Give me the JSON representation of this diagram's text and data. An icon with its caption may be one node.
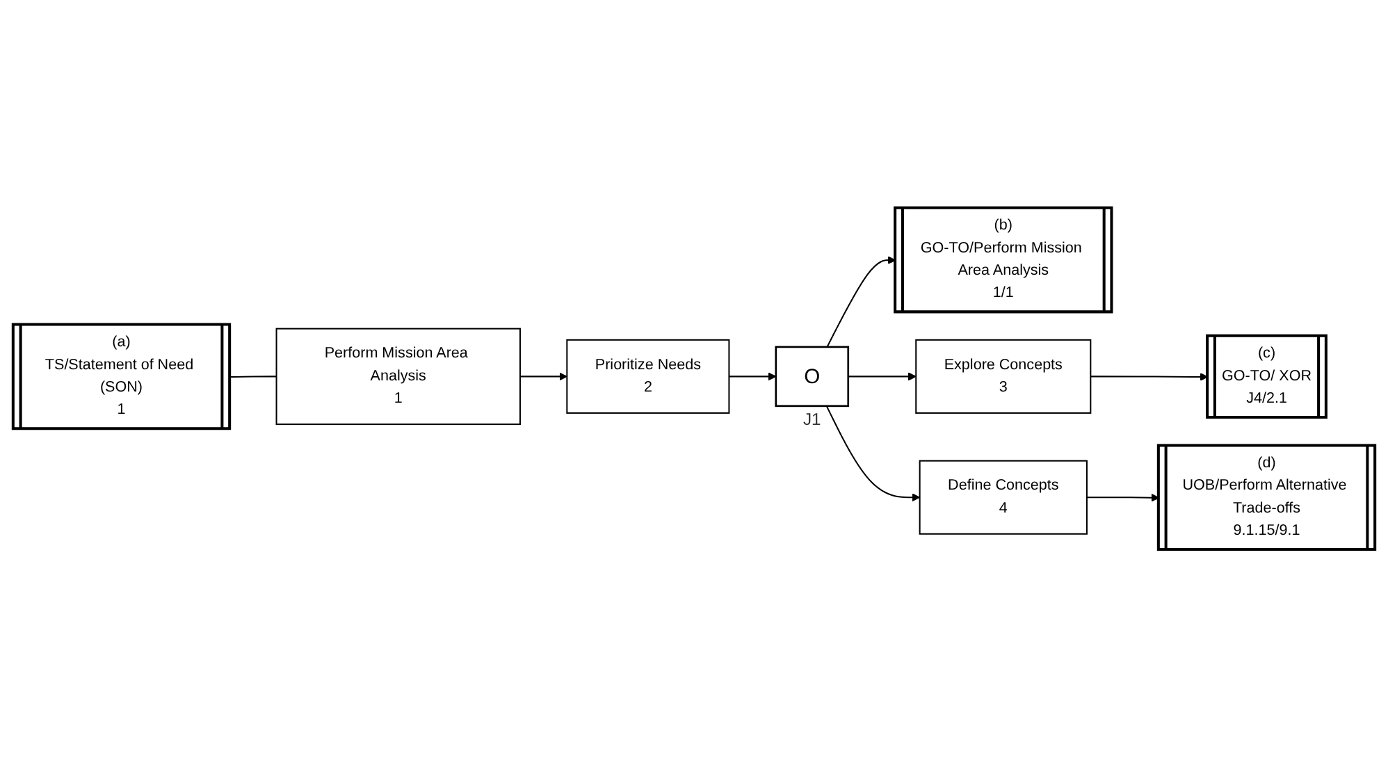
{
  "diagram": {
    "nodes": [
      {
        "text": [
          "(a)",
          "TS/Statement of Need (SON)",
          "1"
        ]
      },
      {
        "text": [
          "Perform Mission Area Analysis",
          "1"
        ]
      },
      {
        "text": [
          "Prioritize Needs",
          "2"
        ]
      },
      {
        "text": [
          "O"
        ],
        "beside": [
          "J1"
        ]
      },
      {
        "text": [
          "(b)",
          "GO-TO/Perform Mission Area Analysis",
          "1/1"
        ]
      },
      {
        "text": [
          "Explore Concepts",
          "3"
        ]
      },
      {
        "text": [
          "Define Concepts",
          "4"
        ]
      },
      {
        "text": [
          "(c)",
          "GO-TO/ XOR",
          "J4/2.1"
        ]
      },
      {
        "text": [
          "(d)",
          "UOB/Perform Alternative Trade-offs",
          "9.1.15/9.1"
        ]
      }
    ],
    "edges": [
      {
        "from": 0,
        "to": 1,
        "arrow": "none"
      },
      {
        "from": 1,
        "to": 2,
        "arrow": "to"
      },
      {
        "from": 2,
        "to": 3,
        "arrow": "to"
      },
      {
        "from": 3,
        "to": 4,
        "arrow": "to"
      },
      {
        "from": 3,
        "to": 5,
        "arrow": "to"
      },
      {
        "from": 3,
        "to": 6,
        "arrow": "to"
      },
      {
        "from": 5,
        "to": 7,
        "arrow": "to"
      },
      {
        "from": 6,
        "to": 8,
        "arrow": "to"
      }
    ]
  }
}
